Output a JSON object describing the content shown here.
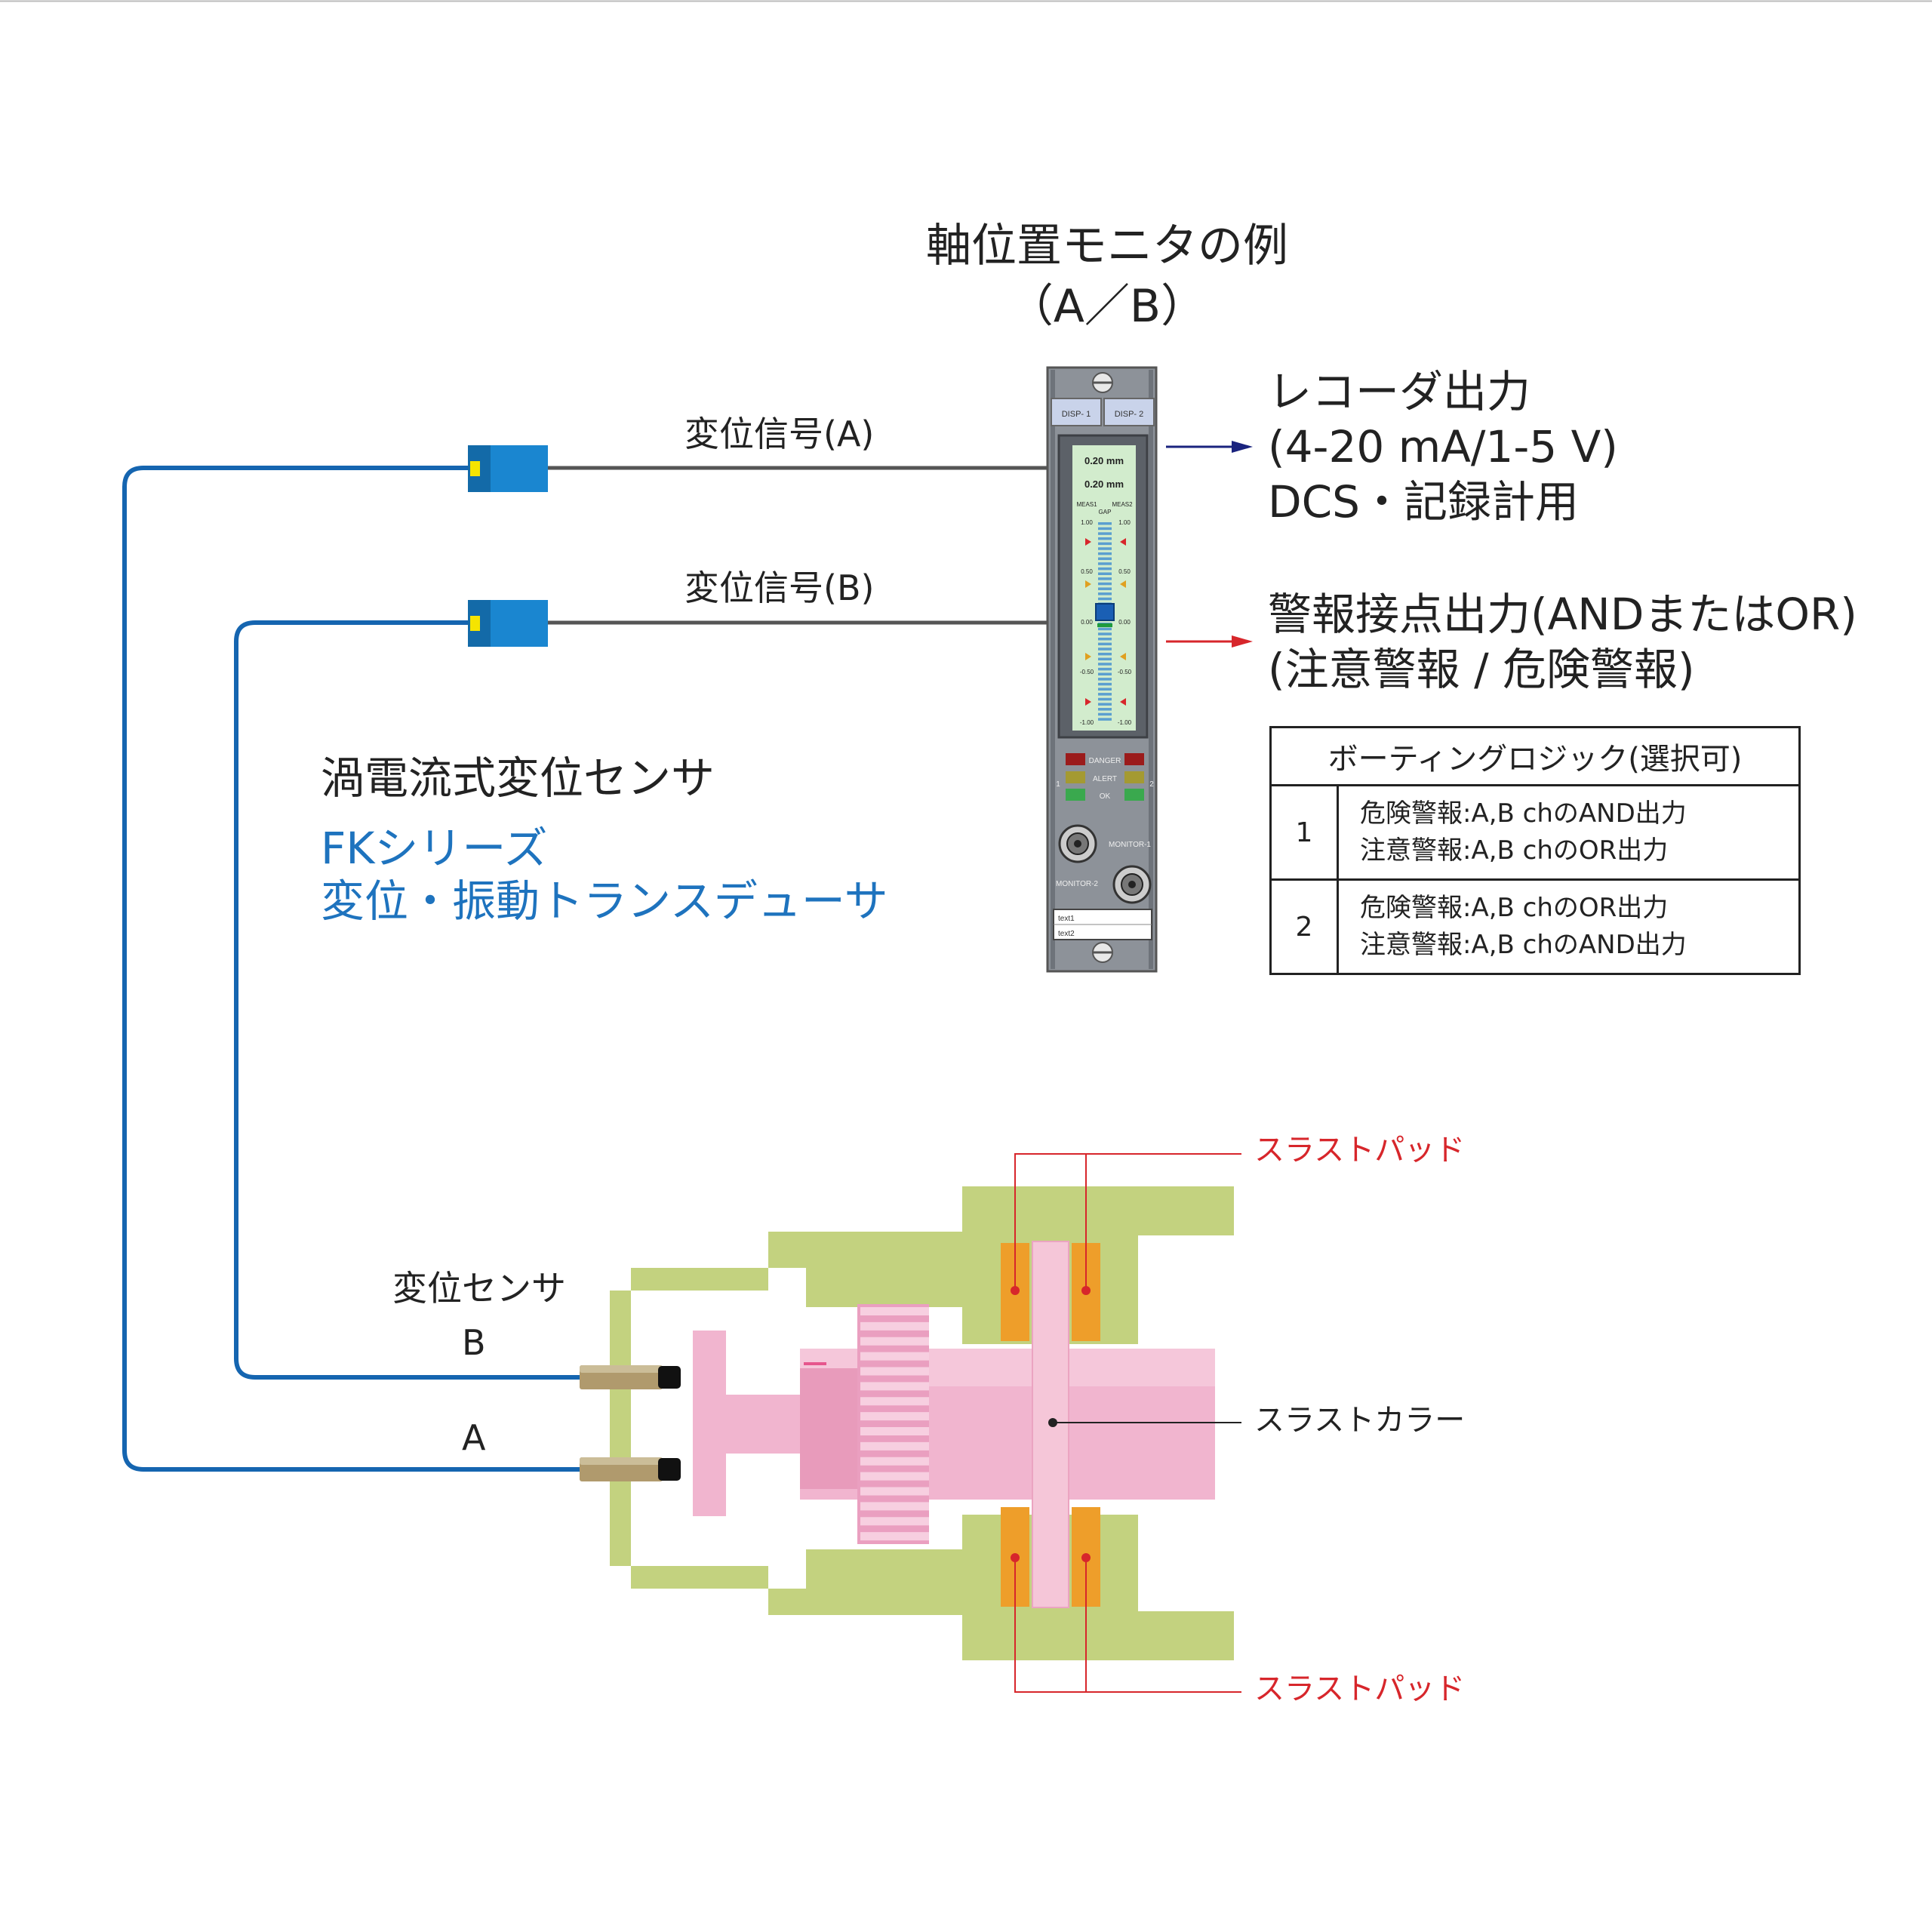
{
  "monitor_title": {
    "line1": "軸位置モニタの例",
    "line2": "（A／B）"
  },
  "signals": {
    "a": "変位信号(A)",
    "b": "変位信号(B)"
  },
  "recorder": {
    "line1": "レコーダ出力",
    "line2": "(4-20 mA/1-5 V)",
    "line3": "DCS・記録計用"
  },
  "alarm": {
    "line1": "警報接点出力(ANDまたはOR)",
    "line2": "(注意警報 / 危険警報)"
  },
  "sensor_title": "渦電流式変位センサ",
  "series": {
    "line1": "FKシリーズ",
    "line2": "変位・振動トランスデューサ"
  },
  "voting_table": {
    "header": "ボーティングロジック(選択可)",
    "rows": [
      {
        "num": "1",
        "line1": "危険警報:A,B chのAND出力",
        "line2": "注意警報:A,B chのOR出力"
      },
      {
        "num": "2",
        "line1": "危険警報:A,B chのOR出力",
        "line2": "注意警報:A,B chのAND出力"
      }
    ]
  },
  "displacement_sensor": {
    "label": "変位センサ",
    "b": "B",
    "a": "A"
  },
  "thrust_pad": {
    "top": "スラストパッド",
    "bottom": "スラストパッド"
  },
  "thrust_collar": "スラストカラー",
  "module": {
    "disp1": "DISP- 1",
    "disp2": "DISP- 2",
    "reading1": "0.20 mm",
    "reading2": "0.20 mm",
    "meas1": "MEAS1",
    "meas2": "MEAS2",
    "gap": "GAP",
    "scale_left": [
      "1.00",
      "0.50",
      "0.00",
      "-0.50",
      "-1.00"
    ],
    "scale_right": [
      "1.00",
      "0.50",
      "0.00",
      "-0.50",
      "-1.00"
    ],
    "danger": "DANGER",
    "alert": "ALERT",
    "ok": "OK",
    "ch1": "1",
    "ch2": "2",
    "monitor1": "MONITOR-1",
    "monitor2": "MONITOR-2",
    "text1": "text1",
    "text2": "text2"
  },
  "colors": {
    "cable": "#1565b0",
    "connector": "#1a86d0",
    "housing": "#c3d27f",
    "shaft": "#f1b5cf",
    "pad": "#ee9e2a",
    "red": "#d7262b",
    "navy": "#1a237e"
  }
}
